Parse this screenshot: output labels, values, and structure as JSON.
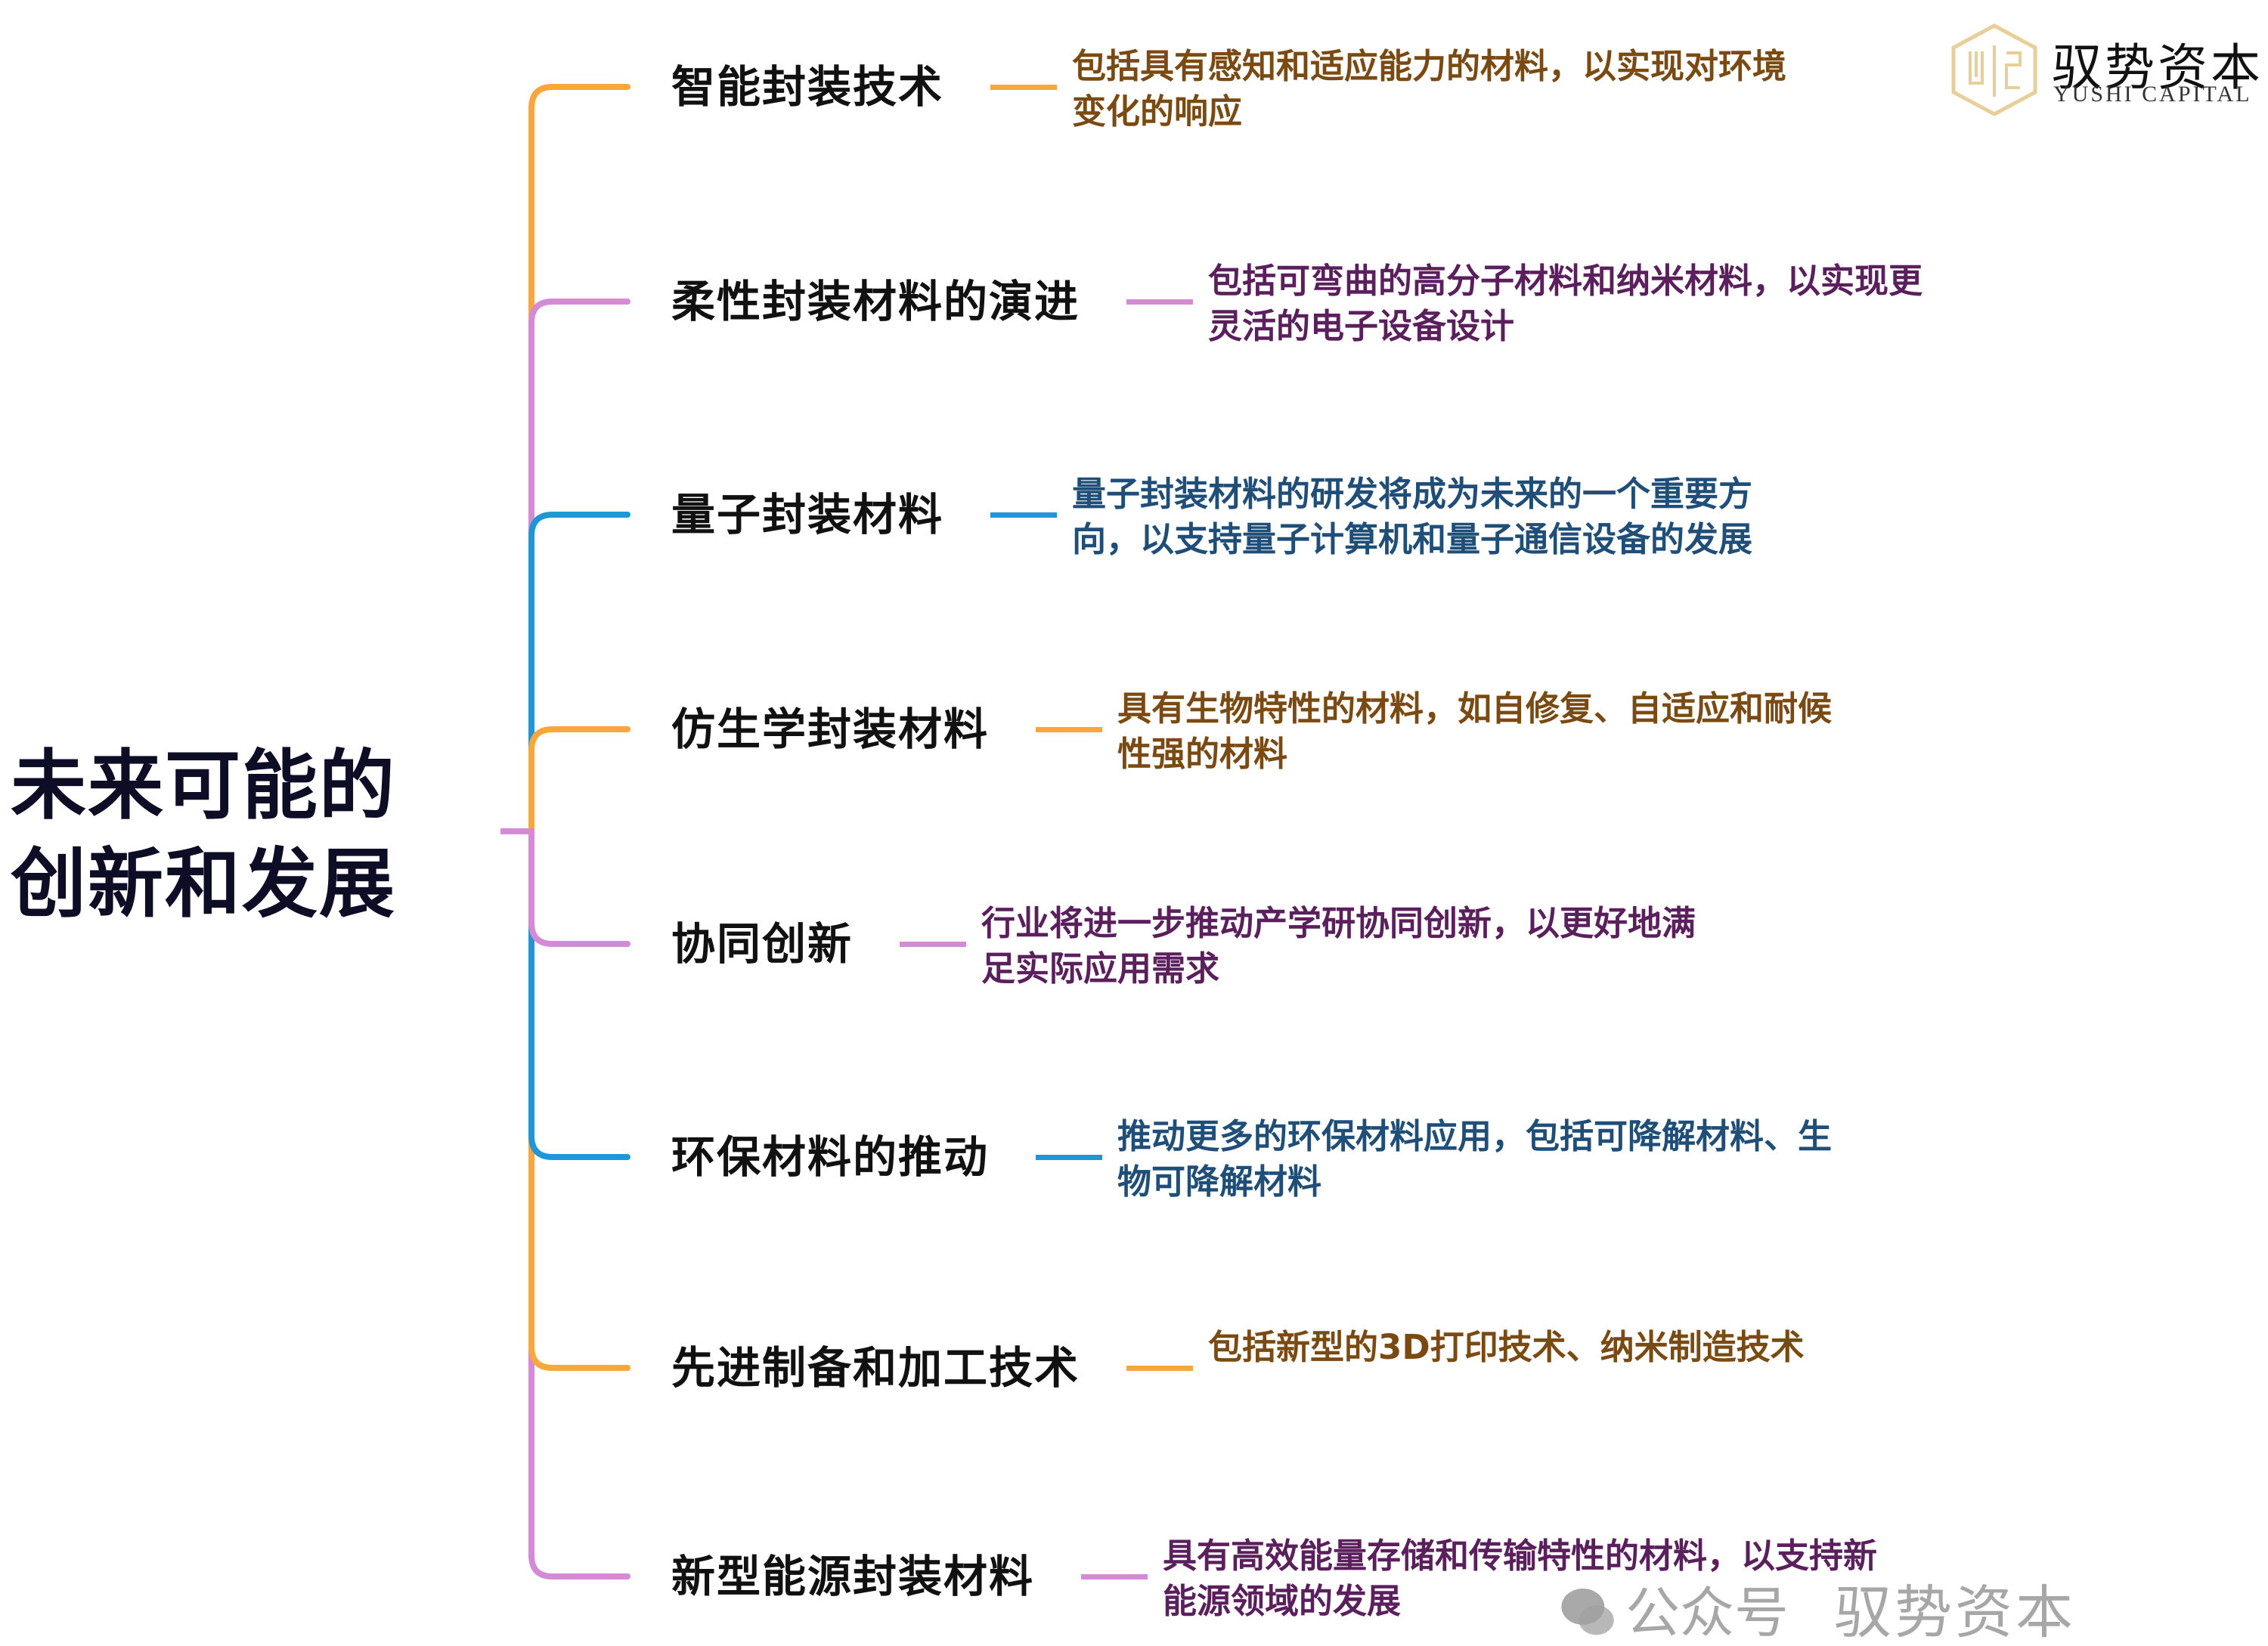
{
  "root": {
    "lines": [
      "未来可能的",
      "创新和发展"
    ]
  },
  "colors": {
    "orange": "#f9a63a",
    "purple": "#d48ad6",
    "blue": "#1e96d8",
    "orange_text": "#7a4a12",
    "purple_text": "#5a1f5c",
    "blue_text": "#1f4e79"
  },
  "branches": [
    {
      "title": "智能封装技术",
      "color": "orange",
      "desc": [
        "包括具有感知和适应能力的材料，以实现对环境",
        "变化的响应"
      ]
    },
    {
      "title": "柔性封装材料的演进",
      "color": "purple",
      "desc": [
        "包括可弯曲的高分子材料和纳米材料，以实现更",
        "灵活的电子设备设计"
      ]
    },
    {
      "title": "量子封装材料",
      "color": "blue",
      "desc": [
        "量子封装材料的研发将成为未来的一个重要方",
        "向，以支持量子计算机和量子通信设备的发展"
      ]
    },
    {
      "title": "仿生学封装材料",
      "color": "orange",
      "desc": [
        "具有生物特性的材料，如自修复、自适应和耐候",
        "性强的材料"
      ]
    },
    {
      "title": "协同创新",
      "color": "purple",
      "desc": [
        "行业将进一步推动产学研协同创新，以更好地满",
        "足实际应用需求"
      ]
    },
    {
      "title": "环保材料的推动",
      "color": "blue",
      "desc": [
        "推动更多的环保材料应用，包括可降解材料、生",
        "物可降解材料"
      ]
    },
    {
      "title": "先进制备和加工技术",
      "color": "orange",
      "desc": [
        "包括新型的3D打印技术、纳米制造技术"
      ]
    },
    {
      "title": "新型能源封装材料",
      "color": "purple",
      "desc": [
        "具有高效能量存储和传输特性的材料，以支持新",
        "能源领域的发展"
      ]
    }
  ],
  "logo": {
    "name_cn": "驭势资本",
    "name_en": "YUSHI CAPITAL",
    "mark": "YS"
  },
  "watermark": {
    "icon": "wechat-icon",
    "label": "公众号",
    "brand": "驭势资本"
  }
}
